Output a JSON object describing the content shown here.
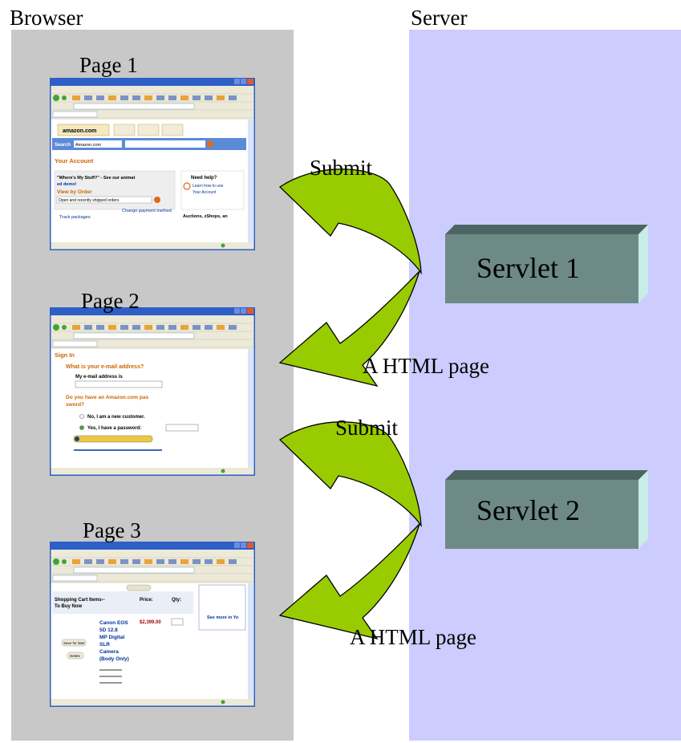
{
  "lanes": {
    "browser": "Browser",
    "server": "Server"
  },
  "colors": {
    "browser_bg": "#c8c8c8",
    "server_bg": "#ccccff",
    "arrow_fill": "#99cc00",
    "servlet_face": "#6e8a87",
    "servlet_top": "#4d6562",
    "servlet_side": "#c8ece8"
  },
  "pages": [
    {
      "label": "Page 1"
    },
    {
      "label": "Page 2"
    },
    {
      "label": "Page 3"
    }
  ],
  "servlets": [
    {
      "label": "Servlet 1"
    },
    {
      "label": "Servlet 2"
    }
  ],
  "arrows": [
    {
      "label": "Submit"
    },
    {
      "label": "A HTML page"
    },
    {
      "label": "Submit"
    },
    {
      "label": "A HTML page"
    }
  ],
  "screens": {
    "logo": "amazon.com",
    "search_text": "Search",
    "search_value": "Amazon.com",
    "account_heading": "Your Account",
    "stuff_question": "\"Where's My Stuff?\" - See our animated demo!",
    "view_by_order": "View by Order",
    "order_select": "Open and recently shipped orders",
    "help_title": "Need help?",
    "help_link": "Learn how to use Your Account",
    "track_link": "Track packages",
    "payment_link": "Change payment method",
    "auctions": "Auctions, zShops, and Marketplace",
    "sign_in": "Sign In",
    "email_question": "What is your e-mail address?",
    "email_label": "My e-mail address is",
    "password_question": "Do you have an Amazon.com password?",
    "new_customer": "No, I am a new customer.",
    "have_password": "Yes, I have a password:",
    "cart_heading": "Shopping Cart Items-- To Buy Now",
    "price_col": "Price:",
    "qty_col": "Qty:",
    "product": "Canon EOS 5D 12.8 MP Digital SLR Camera (Body Only)",
    "price": "$2,399.00",
    "save_later": "Save for later",
    "delete_btn": "Delete",
    "see_more": "See more in Your M..."
  }
}
